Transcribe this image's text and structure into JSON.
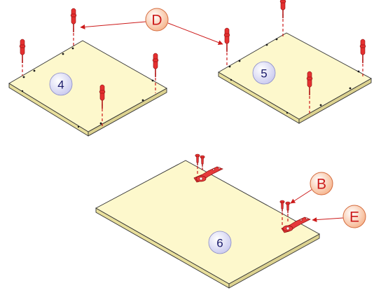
{
  "panels": [
    {
      "number": "4"
    },
    {
      "number": "5"
    },
    {
      "number": "6"
    }
  ],
  "callouts": {
    "d": "D",
    "b": "B",
    "e": "E"
  },
  "colors": {
    "panel_face": "#fdf8cc",
    "panel_edge": "#e8df9c",
    "callout_red": "#cc1a1a",
    "number_bubble": "#d9d9f2"
  },
  "icons": [
    "dowel-pin-icon",
    "screw-icon",
    "hinge-icon"
  ]
}
